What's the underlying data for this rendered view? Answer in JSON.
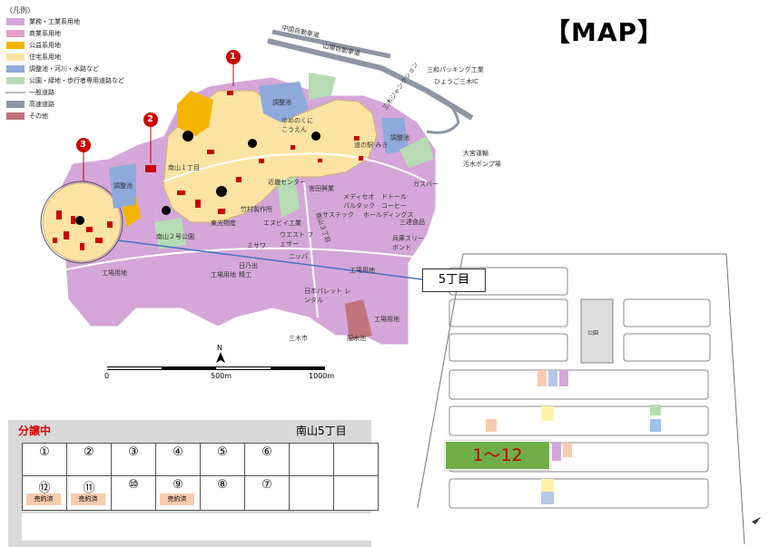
{
  "legend": {
    "title": "〈凡例〉",
    "items": [
      {
        "label": "業務・工業系用地",
        "color": "#d5a6d9",
        "kind": "area"
      },
      {
        "label": "商業系用地",
        "color": "#e9a0c6",
        "kind": "area"
      },
      {
        "label": "公益系用地",
        "color": "#f4b400",
        "kind": "area"
      },
      {
        "label": "住宅系用地",
        "color": "#fbe3a3",
        "kind": "area"
      },
      {
        "label": "調整池・河川・水路など",
        "color": "#8ea9db",
        "kind": "area"
      },
      {
        "label": "公園・緑地・歩行者専用道路など",
        "color": "#b7dcb3",
        "kind": "area"
      },
      {
        "label": "一般道路",
        "color": "#bbbbbb",
        "kind": "line"
      },
      {
        "label": "高速道路",
        "color": "#8f96a3",
        "kind": "area"
      },
      {
        "label": "その他",
        "color": "#c0737a",
        "kind": "area"
      }
    ]
  },
  "heading": "【MAP】",
  "callout_label": "5丁目",
  "lots_range_label": "1〜12",
  "markers": [
    "1",
    "2",
    "3"
  ],
  "map_labels": {
    "chugoku_expressway": "中国自動車道",
    "sanyo_expressway": "山陽自動車道",
    "miki_junction": "三木ジャンクション",
    "sanwa_packing": "三和パッキング工業",
    "hyogo_miki_ic": "ひょうご三木IC",
    "chouseichi_1": "調整池",
    "chouseichi_2": "調整池",
    "chouseichi_3": "調整池",
    "yumenokuni": "ゆめのくに こうえん",
    "michinoeki": "道の駅 みき",
    "ohmiya": "大宮運輸",
    "osui_pump": "汚水ポンプ場",
    "kinden_center": "近畿センター",
    "miyada_kogyo": "宮田興業",
    "medeiseki": "メディセオ パルタック",
    "doutoru": "ドトール コーヒー",
    "gasbar": "ガスバー",
    "nanzan_ichome": "南山１丁目",
    "nanzan_park2": "南山２号公園",
    "kinden": "竹村製作所",
    "sastec": "サステック",
    "holdings": "ホールディングス",
    "sanraku": "三達食品",
    "ganpei": "東光物産",
    "enubee": "エヌビイ工業",
    "nanzan_sanchome": "南山３丁目",
    "hyogo_sleep": "兵庫スリーボンド",
    "nanzan_gochome": "ミサワ",
    "west_fuser": "ウエスト フェザー",
    "nippa": "ニッパ",
    "hinode": "日乃出精工",
    "kojo_yochi_1": "工場用地",
    "kojo_yochi_2": "工場用地",
    "kojo_yochi_3": "工場用地",
    "kojo_yochi_4": "工場用地",
    "nihon_pallet": "日本パレット レンタル",
    "miki_city": "三木市",
    "haisuichi": "配水池"
  },
  "scale": {
    "north": "N",
    "marks": [
      "0",
      "500m",
      "1000m"
    ]
  },
  "lot_table": {
    "status": "分譲中",
    "area": "南山5丁目",
    "row1": [
      "①",
      "②",
      "③",
      "④",
      "⑤",
      "⑥",
      "",
      ""
    ],
    "row2": [
      "⑫",
      "⑪",
      "⑩",
      "⑨",
      "⑧",
      "⑦",
      "",
      ""
    ],
    "row2_badges": [
      "売約済",
      "売約済",
      "",
      "売約済",
      "",
      "",
      "",
      ""
    ]
  },
  "lot_sections": {
    "park": "公園"
  }
}
